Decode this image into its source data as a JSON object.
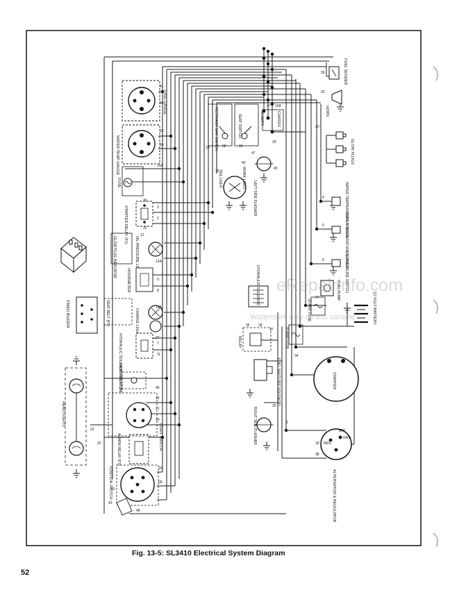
{
  "page": {
    "caption": "Fig. 13-5: SL3410 Electrical System Diagram",
    "page_number": "52"
  },
  "watermark": {
    "site": "eRepairinfo.com",
    "notice": "Watermark only on this sample"
  },
  "labels": {
    "fuel_gauge": "FUEL GAUGE",
    "water_temp_gauge": "WATER TEMP GAUGE",
    "fuse": "FUSE",
    "starter_relay": "STARTER RELAY (F1)",
    "glow_plug_indicator": "GLOW PLUG INDICATOR",
    "oil_pressure_light": "OIL PRESSURE LIGHT (P1)",
    "hourmeter": "HOURMETER",
    "timed_buzzer": "TIMED BUZZER",
    "seat_belt": "SEAT BELT (P2)",
    "charge_light": "CHARGE LIGHT (P3)",
    "hydraulic_solenoid_relay": "HYDRAULIC SOLENOID RELAY (F2)",
    "horn_button": "HORN BUTTON",
    "head_lights": "HEAD LIGHTS",
    "alarm_relay": "ALARM RELAY (F3)",
    "light_switch": "LIGHT SWITCH",
    "ignition_switch": "IGNITION SWITCH",
    "restraint_bar_switch": "RESTRAINT BAR SWITCH",
    "seat_switch": "SEAT SWITCH",
    "amps_10": "10 AMPS",
    "chassis": "CHASSIS",
    "tail_light": "TAIL LIGHT",
    "work_light": "WORK LIGHT",
    "left_side_flasher": "LEFT SIDE FLASHER",
    "fuel_sender": "FUEL SENDER",
    "horn": "HORN",
    "glow_plugs": "GLOW PLUGS",
    "water_temperature_switch": "WATER TEMPERATURE SWITCH",
    "water_temperature_sender": "WATER TEMPERATURE SENDER",
    "oil_pressure_switch": "OIL PRESSURE SWITCH",
    "hydraulic_solenoid": "HYDRAULIC SOLENOID",
    "fuel_pump": "FUEL PUMP",
    "30_amp_fuse_1": "30 AMP FUSE",
    "30_amp_fuse_2": "30 AMP FUSE",
    "battery": "12 VOLT BATTERY",
    "relay": "RELAY",
    "fuel_shutoff_solenoid": "FUEL SHUT-OFF SOLENOID",
    "starter": "STARTER",
    "right_side_flasher": "RIGHT SIDE FLASHER",
    "alternator_regulator": "ALTERNATOR & REGULATOR",
    "reg": "REG",
    "bat": "BAT",
    "grd": "GRD"
  },
  "wire_numbers": [
    "41",
    "44",
    "13",
    "14",
    "15A",
    "12A",
    "14A",
    "37",
    "46",
    "16",
    "21",
    "24",
    "19",
    "39",
    "48",
    "30",
    "31",
    "23",
    "22",
    "32",
    "33",
    "43",
    "42",
    "3",
    "2",
    "9",
    "8",
    "7",
    "11",
    "10",
    "4",
    "5",
    "6",
    "1",
    "36",
    "25",
    "20",
    "27",
    "28",
    "34",
    "26",
    "18",
    "38",
    "35",
    "17",
    "29",
    "40",
    "45",
    "47",
    "15",
    "12",
    "47",
    "10A",
    "10B"
  ]
}
